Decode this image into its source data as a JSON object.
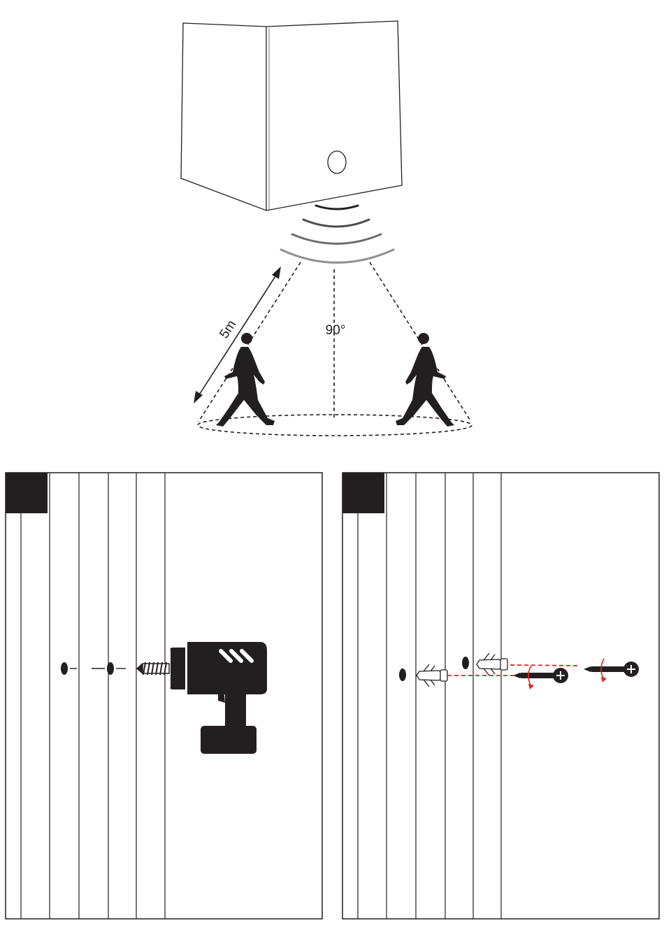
{
  "detection": {
    "range_label": "5m",
    "angle_label": "90°"
  },
  "steps": [
    {
      "number": "",
      "action": "drill-holes"
    },
    {
      "number": "",
      "action": "insert-anchors-and-screw"
    }
  ],
  "colors": {
    "line": "#231f20",
    "panel_fill": "#231f20",
    "guide_dash": "#e2231a",
    "rotation_arrow": "#e2231a"
  }
}
